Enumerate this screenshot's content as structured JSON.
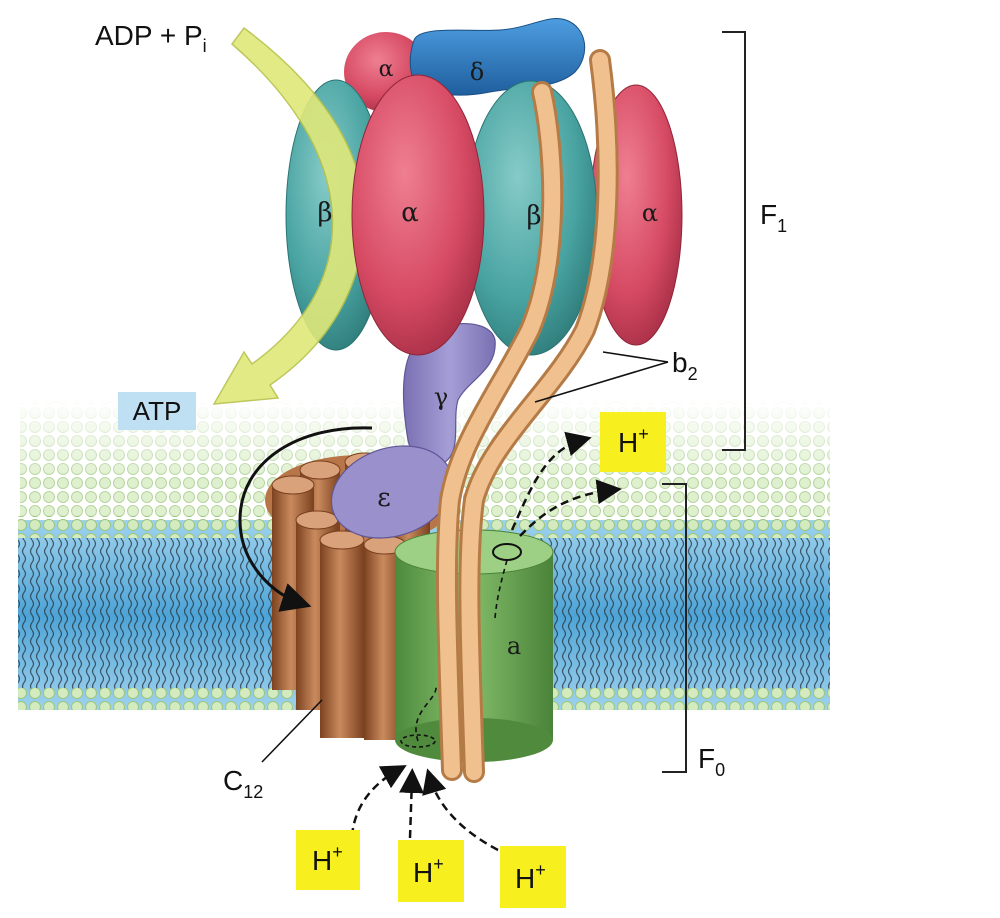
{
  "subunits": {
    "alpha": "α",
    "beta": "β",
    "delta": "δ",
    "gamma": "γ",
    "epsilon": "ε",
    "a": "a"
  },
  "labels": {
    "adp_main": "ADP + P",
    "adp_sub": "i",
    "atp": "ATP",
    "f1_main": "F",
    "f1_sub": "1",
    "f0_main": "F",
    "f0_sub": "0",
    "b2_main": "b",
    "b2_sub": "2",
    "c12_main": "C",
    "c12_sub": "12",
    "proton_main": "H",
    "proton_sup": "+"
  },
  "colors": {
    "alpha": "#d84c66",
    "beta": "#4aa5a3",
    "delta": "#2f7fc1",
    "gamma": "#8f86c4",
    "epsilon": "#9a90cc",
    "a_subunit": "#6ea857",
    "c_ring": "#a8663d",
    "b_stalk": "#e3a66e",
    "arrow_yellow": "#d9e36a",
    "proton_box": "#f7ef1e",
    "atp_box": "#bfe0f3",
    "membrane_blue": "#5eb0dc",
    "lipid_head": "#cfe8b8"
  }
}
